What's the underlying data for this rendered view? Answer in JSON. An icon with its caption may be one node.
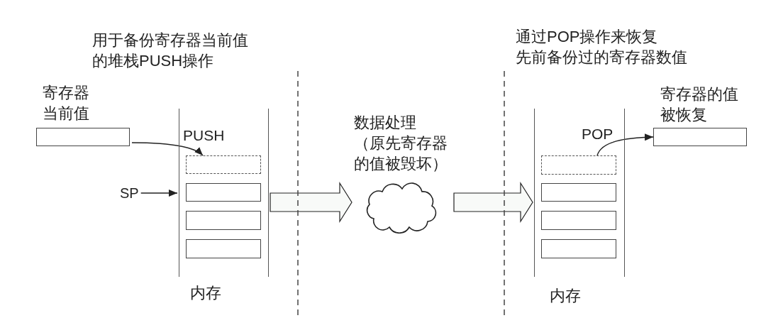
{
  "diagram": {
    "nodes": [
      {
        "text": [
          "寄存器当前值"
        ]
      },
      {
        "text": [
          "内存"
        ]
      },
      {
        "text": [],
        "shape": "box",
        "in": 1
      },
      {
        "text": [],
        "shape": "box",
        "in": 1
      },
      {
        "text": [],
        "shape": "box",
        "in": 1
      },
      {
        "text": [],
        "shape": "box",
        "in": 1
      },
      {
        "text": [
          "SP"
        ]
      },
      {
        "text": [
          "数据处理（原先寄存器的值被毁坏）"
        ]
      },
      {
        "text": [
          "内存"
        ]
      },
      {
        "text": [],
        "shape": "box",
        "in": 8
      },
      {
        "text": [],
        "shape": "box",
        "in": 8
      },
      {
        "text": [],
        "shape": "box",
        "in": 8
      },
      {
        "text": [],
        "shape": "box",
        "in": 8
      },
      {
        "text": [
          "寄存器的值被恢复"
        ]
      }
    ],
    "edges": [
      {
        "from": 0,
        "to": 2,
        "arrow": "to",
        "label": "PUSH"
      },
      {
        "from": 6,
        "to": 3,
        "arrow": "to"
      },
      {
        "from": 1,
        "to": 7,
        "arrow": "to",
        "style": "thick"
      },
      {
        "from": 7,
        "to": 8,
        "arrow": "to",
        "style": "thick"
      },
      {
        "from": 9,
        "to": 13,
        "arrow": "to",
        "label": "POP"
      }
    ],
    "labels": [
      "用于备份寄存器当前值的堆栈PUSH操作",
      "通过POP操作来恢复先前备份过的寄存器数值"
    ]
  }
}
